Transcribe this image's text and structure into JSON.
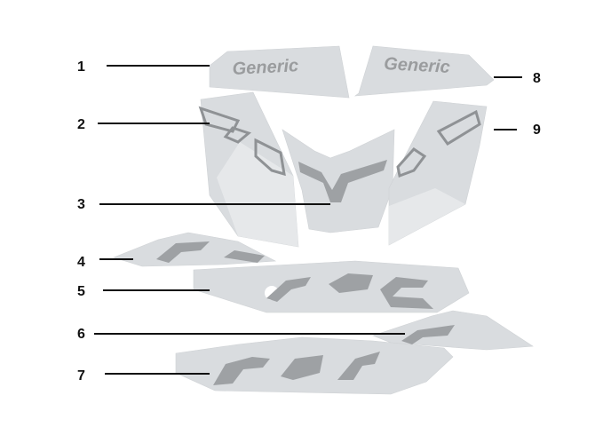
{
  "diagram": {
    "brand_text": "Generic",
    "colors": {
      "background": "#ffffff",
      "decal": "#d9dcdf",
      "graphic": "#9ea1a4",
      "label": "#111111"
    },
    "callouts": [
      {
        "number": "1",
        "part": "decal-1"
      },
      {
        "number": "2",
        "part": "decal-2"
      },
      {
        "number": "3",
        "part": "decal-3"
      },
      {
        "number": "4",
        "part": "decal-4"
      },
      {
        "number": "5",
        "part": "decal-5"
      },
      {
        "number": "6",
        "part": "decal-6"
      },
      {
        "number": "7",
        "part": "decal-7"
      },
      {
        "number": "8",
        "part": "decal-8"
      },
      {
        "number": "9",
        "part": "decal-9"
      }
    ]
  }
}
